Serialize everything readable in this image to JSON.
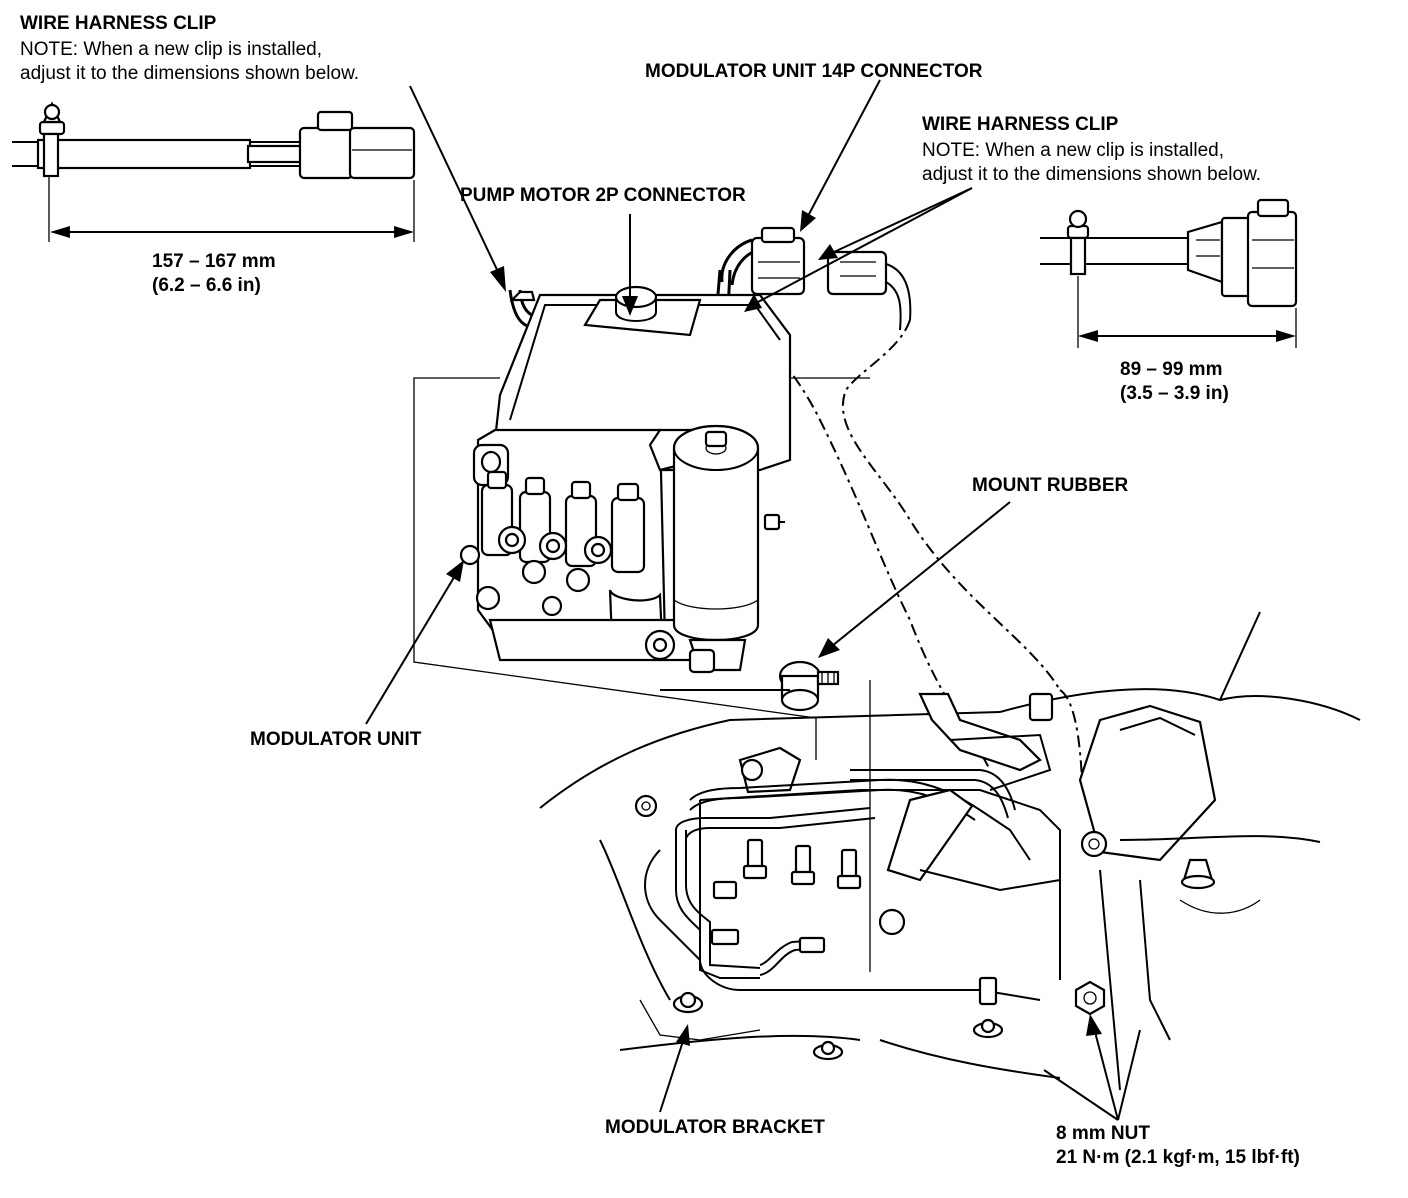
{
  "labels": {
    "wire_clip_left": {
      "title": "WIRE HARNESS CLIP",
      "note_line1": "NOTE: When a new clip is installed,",
      "note_line2": "adjust it to the dimensions shown below."
    },
    "dim_left": {
      "mm": "157 – 167 mm",
      "in": "(6.2 – 6.6 in)"
    },
    "modulator_14p": "MODULATOR UNIT 14P CONNECTOR",
    "wire_clip_right": {
      "title": "WIRE HARNESS CLIP",
      "note_line1": "NOTE: When a new clip is installed,",
      "note_line2": "adjust it to the dimensions shown below."
    },
    "dim_right": {
      "mm": "89 – 99 mm",
      "in": "(3.5 – 3.9 in)"
    },
    "pump_motor_2p": "PUMP MOTOR 2P CONNECTOR",
    "mount_rubber": "MOUNT RUBBER",
    "modulator_unit": "MODULATOR UNIT",
    "modulator_bracket": "MODULATOR BRACKET",
    "nut": {
      "size": "8 mm NUT",
      "torque": "21 N·m (2.1 kgf·m, 15 lbf·ft)"
    }
  }
}
